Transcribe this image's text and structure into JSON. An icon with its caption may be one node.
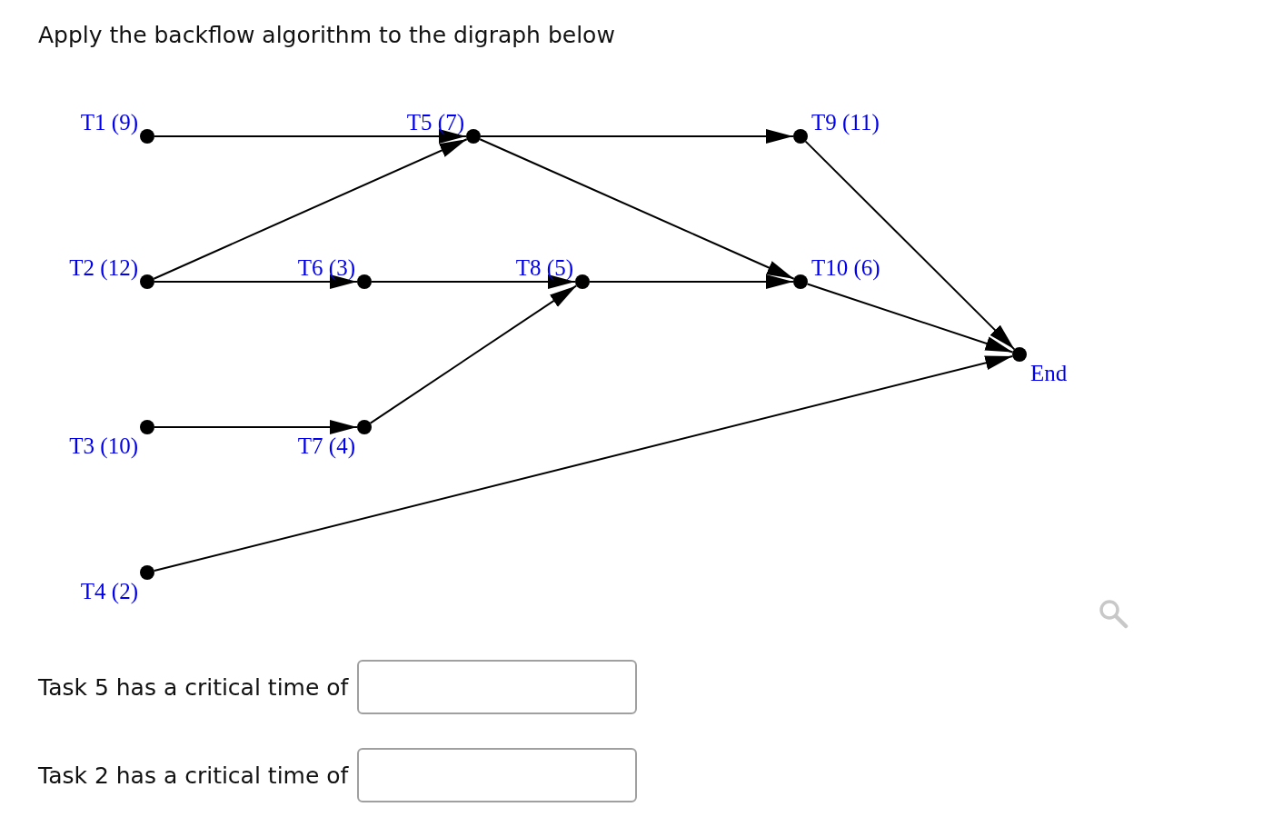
{
  "diagram": {
    "title": "Apply the backflow algorithm to the digraph below",
    "nodes": [
      {
        "text": [
          "T1 (9)"
        ]
      },
      {
        "text": [
          "T2 (12)"
        ]
      },
      {
        "text": [
          "T3 (10)"
        ]
      },
      {
        "text": [
          "T4 (2)"
        ]
      },
      {
        "text": [
          "T5 (7)"
        ]
      },
      {
        "text": [
          "T6 (3)"
        ]
      },
      {
        "text": [
          "T7 (4)"
        ]
      },
      {
        "text": [
          "T8 (5)"
        ]
      },
      {
        "text": [
          "T9 (11)"
        ]
      },
      {
        "text": [
          "T10 (6)"
        ]
      },
      {
        "text": [
          "End"
        ]
      }
    ],
    "edges": [
      {
        "from": 0,
        "to": 4,
        "arrow": "to"
      },
      {
        "from": 1,
        "to": 4,
        "arrow": "to"
      },
      {
        "from": 1,
        "to": 5,
        "arrow": "to"
      },
      {
        "from": 2,
        "to": 6,
        "arrow": "to"
      },
      {
        "from": 4,
        "to": 8,
        "arrow": "to"
      },
      {
        "from": 4,
        "to": 9,
        "arrow": "to"
      },
      {
        "from": 5,
        "to": 7,
        "arrow": "to"
      },
      {
        "from": 6,
        "to": 7,
        "arrow": "to"
      },
      {
        "from": 7,
        "to": 9,
        "arrow": "to"
      },
      {
        "from": 8,
        "to": 10,
        "arrow": "to"
      },
      {
        "from": 9,
        "to": 10,
        "arrow": "to"
      },
      {
        "from": 3,
        "to": 10,
        "arrow": "to"
      }
    ],
    "labels": [
      "Task 5 has a critical time of",
      "Task 2 has a critical time of"
    ]
  }
}
